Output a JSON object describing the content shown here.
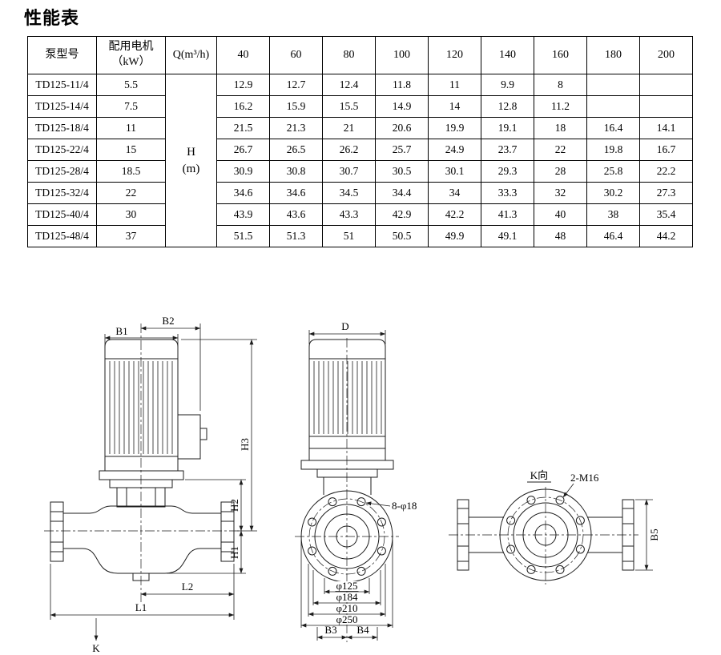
{
  "title": "性能表",
  "table": {
    "col_headers": [
      "泵型号",
      "配用电机\n（kW）",
      "Q(m³/h)",
      "40",
      "60",
      "80",
      "100",
      "120",
      "140",
      "160",
      "180",
      "200"
    ],
    "h_cell": "H\n(m)",
    "rows": [
      {
        "model": "TD125-11/4",
        "power": "5.5",
        "values": [
          "12.9",
          "12.7",
          "12.4",
          "11.8",
          "11",
          "9.9",
          "8",
          "",
          ""
        ]
      },
      {
        "model": "TD125-14/4",
        "power": "7.5",
        "values": [
          "16.2",
          "15.9",
          "15.5",
          "14.9",
          "14",
          "12.8",
          "11.2",
          "",
          ""
        ]
      },
      {
        "model": "TD125-18/4",
        "power": "11",
        "values": [
          "21.5",
          "21.3",
          "21",
          "20.6",
          "19.9",
          "19.1",
          "18",
          "16.4",
          "14.1"
        ]
      },
      {
        "model": "TD125-22/4",
        "power": "15",
        "values": [
          "26.7",
          "26.5",
          "26.2",
          "25.7",
          "24.9",
          "23.7",
          "22",
          "19.8",
          "16.7"
        ]
      },
      {
        "model": "TD125-28/4",
        "power": "18.5",
        "values": [
          "30.9",
          "30.8",
          "30.7",
          "30.5",
          "30.1",
          "29.3",
          "28",
          "25.8",
          "22.2"
        ]
      },
      {
        "model": "TD125-32/4",
        "power": "22",
        "values": [
          "34.6",
          "34.6",
          "34.5",
          "34.4",
          "34",
          "33.3",
          "32",
          "30.2",
          "27.3"
        ]
      },
      {
        "model": "TD125-40/4",
        "power": "30",
        "values": [
          "43.9",
          "43.6",
          "43.3",
          "42.9",
          "42.2",
          "41.3",
          "40",
          "38",
          "35.4"
        ]
      },
      {
        "model": "TD125-48/4",
        "power": "37",
        "values": [
          "51.5",
          "51.3",
          "51",
          "50.5",
          "49.9",
          "49.1",
          "48",
          "46.4",
          "44.2"
        ]
      }
    ]
  },
  "drawing": {
    "side": {
      "b1": "B1",
      "b2": "B2",
      "h1": "H1",
      "h2": "H2",
      "h3": "H3",
      "l1": "L1",
      "l2": "L2",
      "k": "K"
    },
    "front": {
      "d": "D",
      "bolt_holes": "8-φ18",
      "d125": "φ125",
      "d184": "φ184",
      "d210": "φ210",
      "d250": "φ250",
      "b3": "B3",
      "b4": "B4"
    },
    "top": {
      "view_label": "K向",
      "tapped": "2-M16",
      "b5": "B5"
    }
  }
}
